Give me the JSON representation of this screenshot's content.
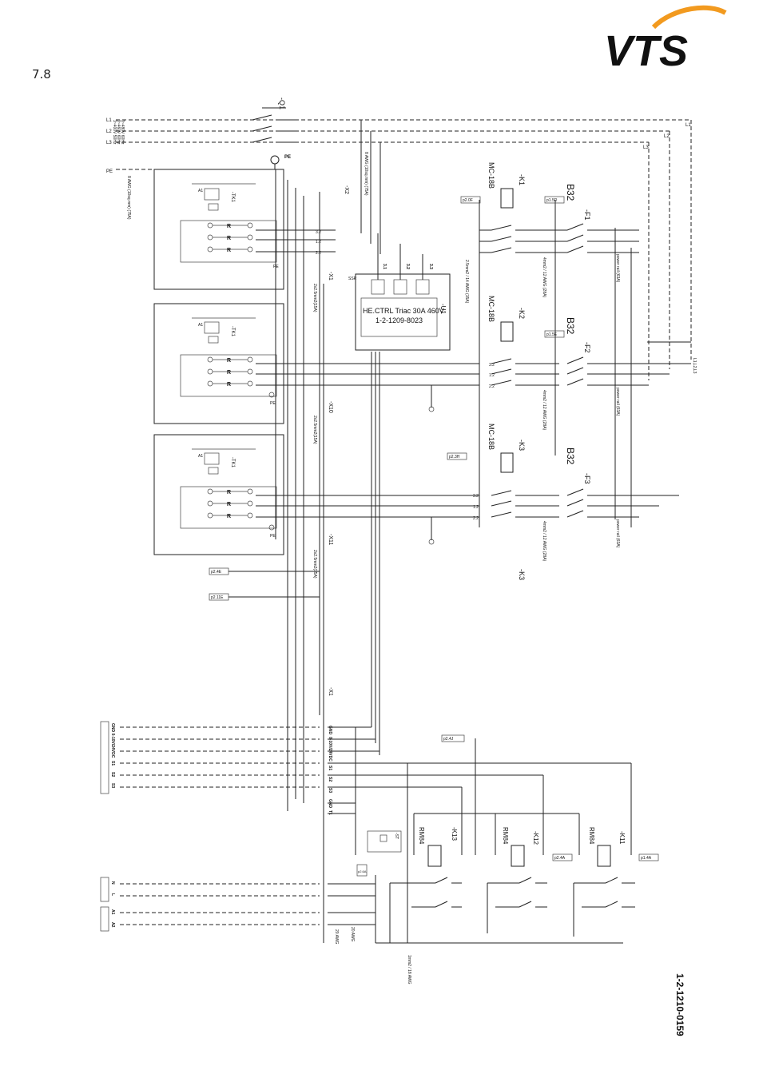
{
  "page": {
    "section_number": "7.8",
    "brand": "VTS",
    "doc_number": "1-2-1210-0159",
    "colors": {
      "ink": "#222222",
      "logo_gray": "#8c8c8c",
      "logo_orange": "#f29a1f"
    }
  },
  "supply": {
    "switch_label": "-Q1",
    "phases": [
      "L1",
      "L2",
      "L3",
      "PE"
    ],
    "voltage_labels": [
      "3~400V 50Hz",
      "3~460V 60Hz",
      "3~480V 60Hz"
    ],
    "bus_labels": [
      "L1",
      "L2",
      "L3"
    ],
    "pe_wire": "8 AWG (10sq.mm) (75A)",
    "feed_wire": "8 AWG (10sq.mm) (75A)",
    "bus_tag": "L1,L2,L3",
    "pe_mark": "PE",
    "x2": "-X2"
  },
  "heaters": [
    {
      "terminal": "-X1",
      "cable": "2x2.5mm2(15A)",
      "thermostat": "-TK1",
      "contact": "A1",
      "pe": "PE"
    },
    {
      "terminal": "-X10",
      "cable": "2x2.5mm2(15A)",
      "thermostat": "-TK1",
      "contact": "A1",
      "pe": "PE"
    },
    {
      "terminal": "-X11",
      "cable": "2x2.5mm2(15A)",
      "thermostat": "-TK1",
      "contact": "A1",
      "pe": "PE"
    }
  ],
  "resistor_symbol": "R",
  "phase_terms": [
    "3.2",
    "1.2",
    "2.2"
  ],
  "ssr": {
    "id": "-U1",
    "tag": "SSR",
    "title": "HE.CTRL Triac 30A 460V",
    "code": "1-2-1209-8023",
    "outputs": [
      "3.1",
      "3.2",
      "3.3"
    ],
    "wire": "2.5mm2 / 14 AWG (15A)"
  },
  "contactors": [
    {
      "id": "-K1",
      "model": "MC-18B",
      "fuse": "-F1",
      "rating": "B32",
      "wire_in": "4mm2 / 12 AWG (28A)",
      "wire_out": "power rail (63A)"
    },
    {
      "id": "-K2",
      "model": "MC-18B",
      "fuse": "-F2",
      "rating": "B32",
      "wire_in": "4mm2 / 12 AWG (28A)",
      "wire_out": "power rail (63A)"
    },
    {
      "id": "-K3",
      "model": "MC-18B",
      "fuse": "-F3",
      "rating": "B32",
      "wire_in": "4mm2 / 12 AWG (28A)",
      "wire_out": "power rail (63A)"
    }
  ],
  "k3_lower": "-K3",
  "refs": [
    "p2.0F",
    "p1.5D",
    "p1.5E",
    "p2.3H",
    "p2.4E",
    "p2.11E",
    "p2.4J",
    "p2.4A",
    "p1.4A",
    "p2.6A"
  ],
  "control": {
    "terminal": "-X1",
    "terms": [
      "GND",
      "0-10V/24VDC",
      "S1",
      "S2",
      "S3",
      "GND",
      "T1"
    ],
    "signals": [
      "GND 0-10V/24VDC",
      "S1",
      "S2",
      "S3"
    ],
    "st_label": "-ST",
    "power": [
      "N",
      "L",
      "A1",
      "A2"
    ],
    "wire_20awg": "20 AWG",
    "wire_1mm": "1mm2 / 18 AWG",
    "relay_model": "RM84",
    "relays": [
      "-K13",
      "-K12",
      "-K11"
    ]
  }
}
